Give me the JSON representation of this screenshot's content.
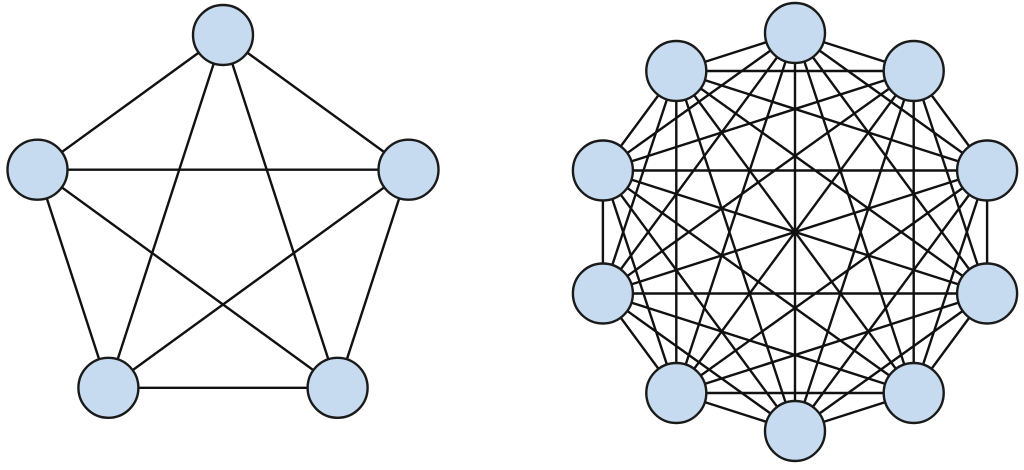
{
  "colors": {
    "node_fill": "#c6dbef",
    "node_stroke": "#1a1a1a",
    "edge": "#111111",
    "background": "#ffffff"
  },
  "graphs": [
    {
      "name": "complete-graph-5",
      "node_count": 5,
      "edges": "all-pairs"
    },
    {
      "name": "complete-graph-10",
      "node_count": 10,
      "edges": "all-pairs"
    }
  ]
}
